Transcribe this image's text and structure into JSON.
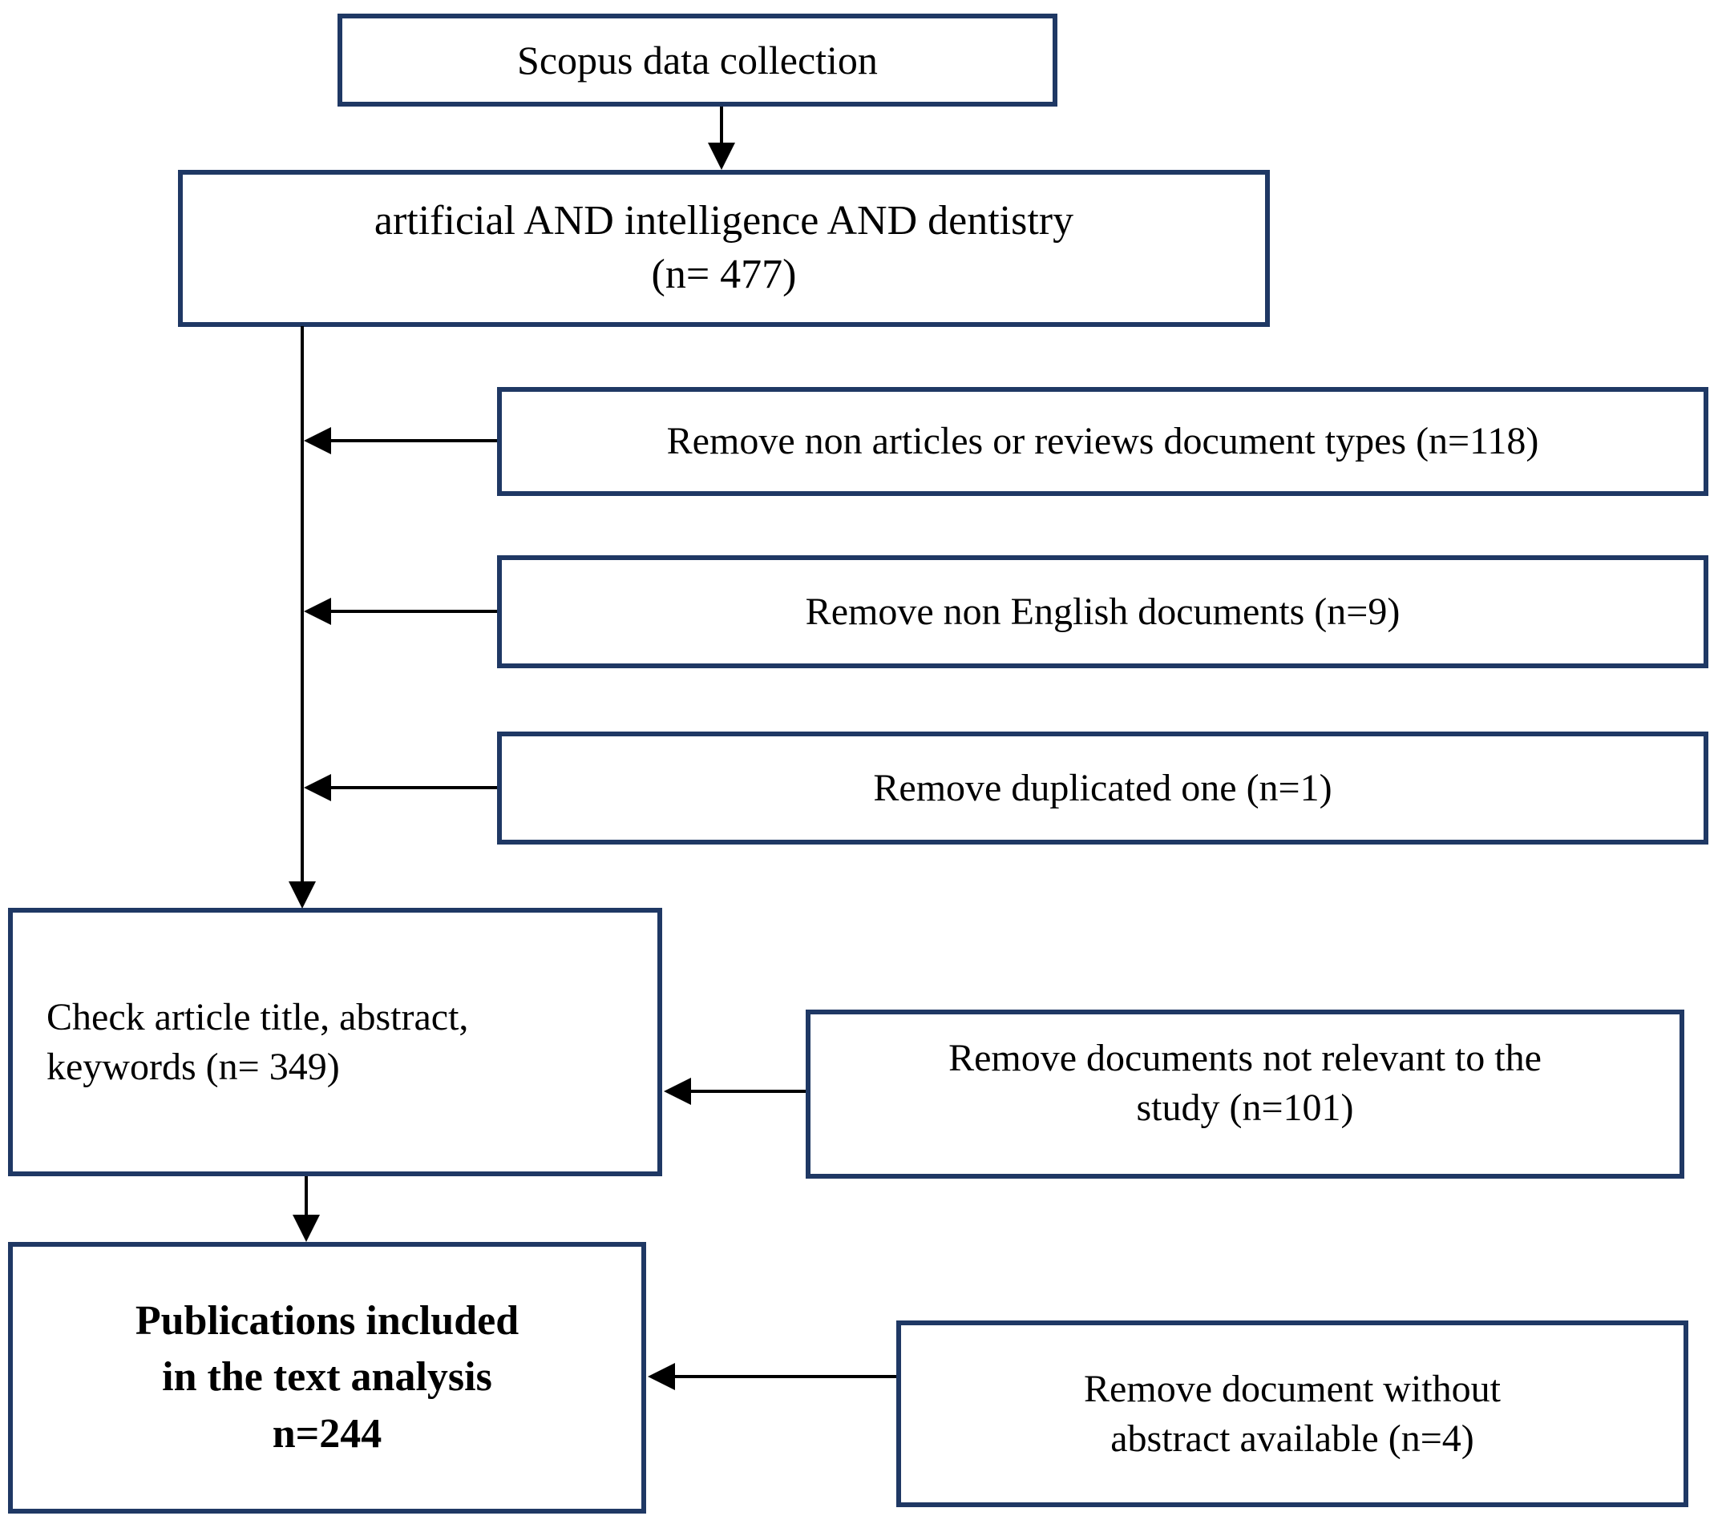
{
  "diagram": {
    "type": "flowchart",
    "boxes": {
      "scopus": {
        "lines": [
          "Scopus data collection"
        ]
      },
      "query": {
        "lines": [
          "artificial AND intelligence AND dentistry",
          "(n= 477)"
        ]
      },
      "remove_non_articles": {
        "lines": [
          "Remove non articles or reviews document types (n=118)"
        ]
      },
      "remove_non_english": {
        "lines": [
          "Remove non English documents (n=9)"
        ]
      },
      "remove_duplicated": {
        "lines": [
          "Remove duplicated one (n=1)"
        ]
      },
      "check_title": {
        "lines": [
          "Check article title, abstract,",
          "keywords (n= 349)"
        ]
      },
      "remove_not_relevant": {
        "lines": [
          "Remove documents not relevant to the",
          "study (n=101)"
        ]
      },
      "publications_included": {
        "lines": [
          "Publications included",
          "in the text analysis",
          "n=244"
        ]
      },
      "remove_no_abstract": {
        "lines": [
          "Remove document without",
          "abstract available (n=4)"
        ]
      }
    },
    "counts": {
      "initial": 477,
      "removed_non_articles_or_reviews": 118,
      "removed_non_english": 9,
      "removed_duplicated": 1,
      "checked_title_abstract_keywords": 349,
      "removed_not_relevant": 101,
      "removed_no_abstract": 4,
      "included_in_text_analysis": 244
    }
  },
  "colors": {
    "box_border": "#1f3864",
    "arrow": "#000000",
    "background": "#ffffff",
    "text": "#000000"
  }
}
